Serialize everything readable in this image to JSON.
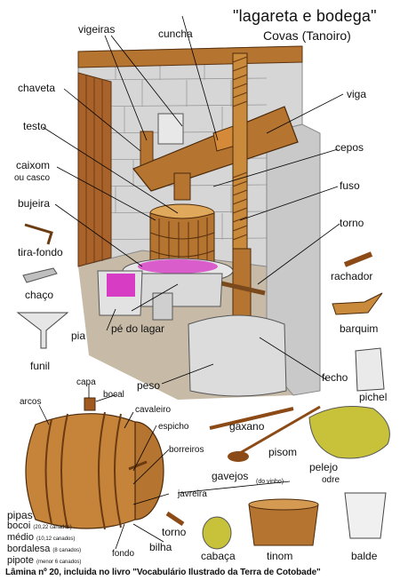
{
  "header": {
    "title": "\"lagareta e bodega\"",
    "subtitle": "Covas (Tanoiro)"
  },
  "labels": {
    "vigeiras": "vigeiras",
    "cuncha": "cuncha",
    "chaveta": "chaveta",
    "viga": "viga",
    "testo": "testo",
    "cepos": "cepos",
    "caixom": "caixom",
    "ou_casco": "ou casco",
    "fuso": "fuso",
    "bujeira": "bujeira",
    "torno": "torno",
    "tira_fondo": "tira-fondo",
    "rachador": "rachador",
    "chaco": "chaço",
    "barquim": "barquim",
    "pia": "pia",
    "pe_do_lagar": "pé do lagar",
    "funil": "funil",
    "fecho": "fecho",
    "pichel": "pichel",
    "peso": "peso",
    "capa": "capa",
    "bocal": "bocal",
    "arcos": "arcos",
    "cavaleiro": "cavaleiro",
    "espicho": "espicho",
    "borreiros": "borreiros",
    "gaxano": "gaxano",
    "pisom": "pisom",
    "pelejo": "pelejo",
    "odre": "odre",
    "gavejos": "gavejos",
    "do_vinho": "(do vinho)",
    "javreira": "javreira",
    "torno2": "torno",
    "bilha": "bilha",
    "fondo": "fondo",
    "cabaca": "cabaça",
    "tinom": "tinom",
    "balde": "balde"
  },
  "pipas": {
    "heading": "pipas",
    "rows": [
      {
        "name": "bocoi",
        "note": "(20,22 canados)"
      },
      {
        "name": "médio",
        "note": "(10,12 canados)"
      },
      {
        "name": "bordalesa",
        "note": "(8 canados)"
      },
      {
        "name": "pipote",
        "note": "(menor 6 canados)"
      }
    ]
  },
  "caption": "Lâmina nº 20, incluida no livro  \"Vocabulário Ilustrado da Terra de Cotobade\"",
  "colors": {
    "wood": "#b5742f",
    "wood_dark": "#7a4a1c",
    "stone": "#cfcfcf",
    "floor": "#c7bba8",
    "must": "#d63cc4",
    "gourd": "#c8c23a"
  }
}
